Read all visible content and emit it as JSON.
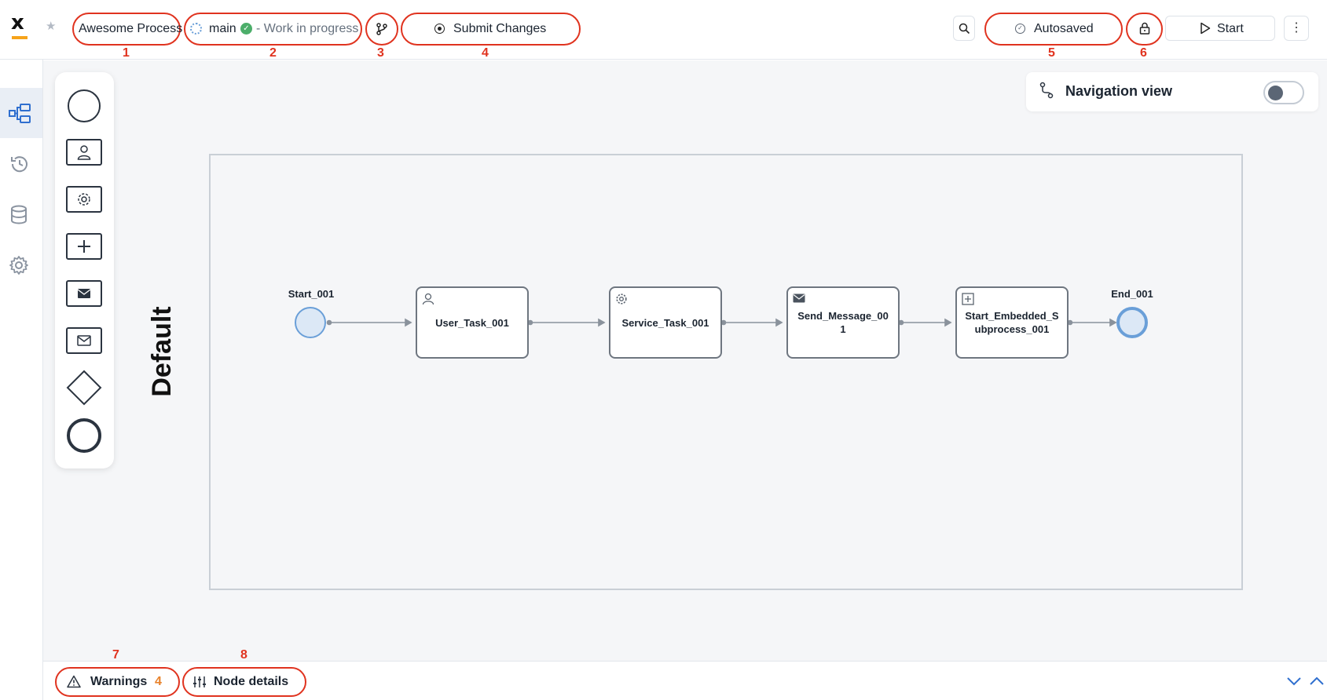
{
  "header": {
    "process_name": "Awesome Process",
    "branch": "main",
    "branch_status": "- Work in progress",
    "submit_label": "Submit Changes",
    "autosave_label": "Autosaved",
    "start_label": "Start",
    "more_label": "⋮",
    "favorite_icon": "star-icon"
  },
  "annotations": [
    "1",
    "2",
    "3",
    "4",
    "5",
    "6",
    "7",
    "8"
  ],
  "left_nav": {
    "items": [
      {
        "name": "process-designer",
        "icon": "diagram-icon",
        "active": true
      },
      {
        "name": "history",
        "icon": "history-icon",
        "active": false
      },
      {
        "name": "data-model",
        "icon": "database-icon",
        "active": false
      },
      {
        "name": "settings",
        "icon": "gear-icon",
        "active": false
      }
    ]
  },
  "palette": {
    "items": [
      "start-event",
      "user-task",
      "service-task",
      "subprocess",
      "send-message-task",
      "receive-message-task",
      "gateway",
      "end-event"
    ]
  },
  "navigation_view": {
    "title": "Navigation view",
    "enabled": false
  },
  "diagram": {
    "pool_label": "Default",
    "nodes": {
      "start": "Start_001",
      "user_task": "User_Task_001",
      "service_task": "Service_Task_001",
      "send_message": "Send_Message_001",
      "embedded_subprocess": "Start_Embedded_Subprocess_001",
      "end": "End_001"
    }
  },
  "footer": {
    "warnings_label": "Warnings",
    "warnings_count": "4",
    "node_details_label": "Node details"
  },
  "colors": {
    "accent": "#f6a31a",
    "annotation": "#e0331f",
    "event_stroke": "#6a9fd8",
    "warning_count": "#e8822b"
  }
}
